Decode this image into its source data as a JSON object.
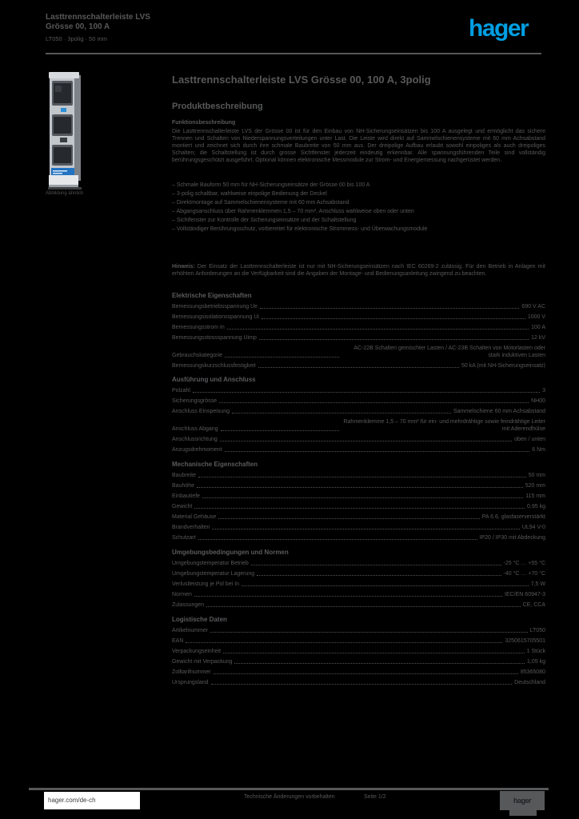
{
  "page": {
    "background": "#000000",
    "text_gray": "#57585a",
    "brand_blue": "#009ee2"
  },
  "header": {
    "product_line1": "Lasttrennschalterleiste LVS",
    "product_line2": "Grösse 00, 100 A",
    "product_ref": "LT050 · 3polig · 50 mm",
    "logo": "hager"
  },
  "figure": {
    "caption": "Abbildung ähnlich"
  },
  "main": {
    "title": "Lasttrennschalterleiste LVS Grösse 00, 100 A, 3polig",
    "description_heading": "Produktbeschreibung",
    "description_label": "Funktionsbeschreibung",
    "description": "Die Lasttrennschalterleiste LVS der Grösse 00 ist für den Einbau von NH-Sicherungseinsätzen bis 100 A ausgelegt und ermöglicht das sichere Trennen und Schalten von Niederspannungsverteilungen unter Last. Die Leiste wird direkt auf Sammelschienensysteme mit 60 mm Achsabstand montiert und zeichnet sich durch ihre schmale Baubreite von 50 mm aus. Der dreipolige Aufbau erlaubt sowohl einpoliges als auch dreipoliges Schalten; die Schaltstellung ist durch grosse Sichtfenster jederzeit eindeutig erkennbar. Alle spannungsführenden Teile sind vollständig berührungsgeschützt ausgeführt. Optional können elektronische Messmodule zur Strom- und Energiemessung nachgerüstet werden.",
    "features": [
      "Schmale Bauform 50 mm für NH-Sicherungseinsätze der Grösse 00 bis 100 A",
      "3-polig schaltbar, wahlweise einpolige Bedienung der Deckel",
      "Direktmontage auf Sammelschienensysteme mit 60 mm Achsabstand",
      "Abgangsanschluss über Rahmenklemmen 1,5 – 70 mm², Anschluss wahlweise oben oder unten",
      "Sichtfenster zur Kontrolle der Sicherungseinsätze und der Schaltstellung",
      "Vollständiger Berührungsschutz, vorbereitet für elektronische Strommess- und Überwachungsmodule"
    ],
    "note_label": "Hinweis:",
    "note": "Der Einsatz der Lasttrennschalterleiste ist nur mit NH-Sicherungseinsätzen nach IEC 60269-2 zulässig. Für den Betrieb in Anlagen mit erhöhten Anforderungen an die Verfügbarkeit sind die Angaben der Montage- und Bedienungsanleitung zwingend zu beachten."
  },
  "spec_groups": {
    "electrical": {
      "heading": "Elektrische Eigenschaften",
      "rows": [
        {
          "label": "Bemessungsbetriebsspannung Ue",
          "value": "690 V AC"
        },
        {
          "label": "Bemessungsisolationsspannung Ui",
          "value": "1000 V"
        },
        {
          "label": "Bemessungsstrom In",
          "value": "100 A"
        },
        {
          "label": "Bemessungsstossspannung Uimp",
          "value": "12 kV"
        },
        {
          "label": "Gebrauchskategorie",
          "value": "AC-22B Schalten gemischter Lasten / AC-23B Schalten von Motorlasten oder stark induktiven Lasten"
        },
        {
          "label": "Bemessungskurzschlussfestigkeit",
          "value": "50 kA (mit NH-Sicherungseinsatz)"
        }
      ]
    },
    "design": {
      "heading": "Ausführung und Anschluss",
      "rows": [
        {
          "label": "Polzahl",
          "value": "3"
        },
        {
          "label": "Sicherungsgrösse",
          "value": "NH00"
        },
        {
          "label": "Anschluss Einspeisung",
          "value": "Sammelschiene 60 mm Achsabstand"
        },
        {
          "label": "Anschluss Abgang",
          "value": "Rahmenklemme 1,5 – 70 mm² für ein- und mehrdrähtige sowie feindrähtige Leiter mit Aderendhülse"
        },
        {
          "label": "Anschlussrichtung",
          "value": "oben / unten"
        },
        {
          "label": "Anzugsdrehmoment",
          "value": "6 Nm"
        }
      ]
    },
    "mechanical": {
      "heading": "Mechanische Eigenschaften",
      "rows": [
        {
          "label": "Baubreite",
          "value": "50 mm"
        },
        {
          "label": "Bauhöhe",
          "value": "520 mm"
        },
        {
          "label": "Einbautiefe",
          "value": "115 mm"
        },
        {
          "label": "Gewicht",
          "value": "0,95 kg"
        },
        {
          "label": "Material Gehäuse",
          "value": "PA 6.6, glasfaserverstärkt"
        },
        {
          "label": "Brandverhalten",
          "value": "UL94 V-0"
        },
        {
          "label": "Schutzart",
          "value": "IP20 / IP30 mit Abdeckung"
        }
      ]
    },
    "environment": {
      "heading": "Umgebungsbedingungen und Normen",
      "rows": [
        {
          "label": "Umgebungstemperatur Betrieb",
          "value": "-25 °C … +55 °C"
        },
        {
          "label": "Umgebungstemperatur Lagerung",
          "value": "-40 °C … +70 °C"
        },
        {
          "label": "Verlustleistung je Pol bei In",
          "value": "7,5 W"
        },
        {
          "label": "Normen",
          "value": "IEC/EN 60947-3"
        },
        {
          "label": "Zulassungen",
          "value": "CE, CCA"
        }
      ]
    },
    "logistics": {
      "heading": "Logistische Daten",
      "rows": [
        {
          "label": "Artikelnummer",
          "value": "LT050"
        },
        {
          "label": "EAN",
          "value": "3250615705501"
        },
        {
          "label": "Verpackungseinheit",
          "value": "1 Stück"
        },
        {
          "label": "Gewicht mit Verpackung",
          "value": "1,05 kg"
        },
        {
          "label": "Zolltarifnummer",
          "value": "85365080"
        },
        {
          "label": "Ursprungsland",
          "value": "Deutschland"
        }
      ]
    }
  },
  "footer": {
    "website": "hager.com/de-ch",
    "note": "Technische Änderungen vorbehalten",
    "page": "Seite 1/2",
    "logo": "hager"
  }
}
